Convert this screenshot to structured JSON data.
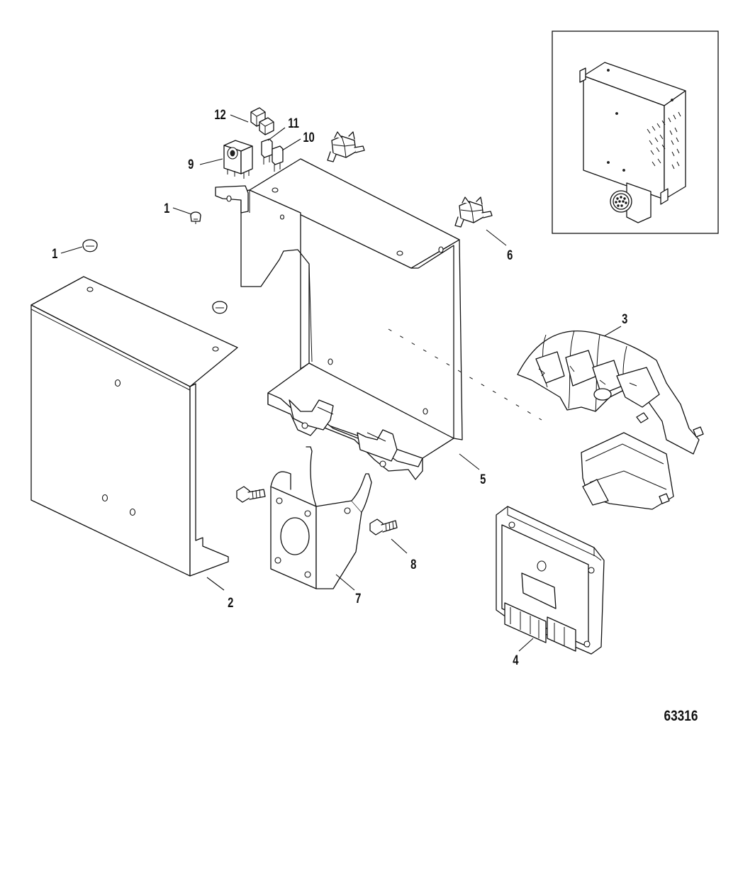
{
  "figure_number": "63316",
  "callouts": [
    "1",
    "1",
    "2",
    "3",
    "4",
    "5",
    "6",
    "7",
    "8",
    "9",
    "10",
    "11",
    "12"
  ],
  "parts": [
    "cover",
    "mounting-bracket",
    "harness-tray",
    "ecm-module",
    "isolator-grommet",
    "connector-bracket",
    "bolt",
    "relay",
    "fuse",
    "fuse",
    "fuse",
    "screw"
  ],
  "inset": {
    "shows": "assembled-module-view"
  }
}
